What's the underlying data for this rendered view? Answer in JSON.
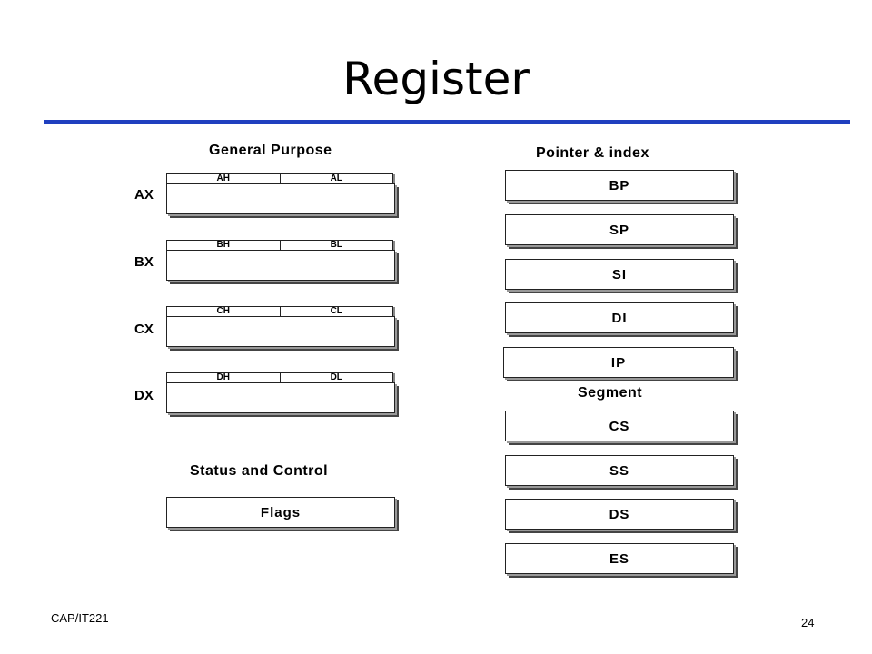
{
  "slide": {
    "title": "Register",
    "footer_left": "CAP/IT221",
    "page_number": "24"
  },
  "colors": {
    "rule": "#1f3fbf"
  },
  "general_purpose": {
    "title": "General Purpose",
    "registers": [
      {
        "name": "AX",
        "high": "AH",
        "low": "AL"
      },
      {
        "name": "BX",
        "high": "BH",
        "low": "BL"
      },
      {
        "name": "CX",
        "high": "CH",
        "low": "CL"
      },
      {
        "name": "DX",
        "high": "DH",
        "low": "DL"
      }
    ]
  },
  "status_control": {
    "title": "Status and Control",
    "register": "Flags"
  },
  "pointer_index": {
    "title": "Pointer & index",
    "registers": [
      "BP",
      "SP",
      "SI",
      "DI",
      "IP"
    ]
  },
  "segment": {
    "title": "Segment",
    "registers": [
      "CS",
      "SS",
      "DS",
      "ES"
    ]
  }
}
